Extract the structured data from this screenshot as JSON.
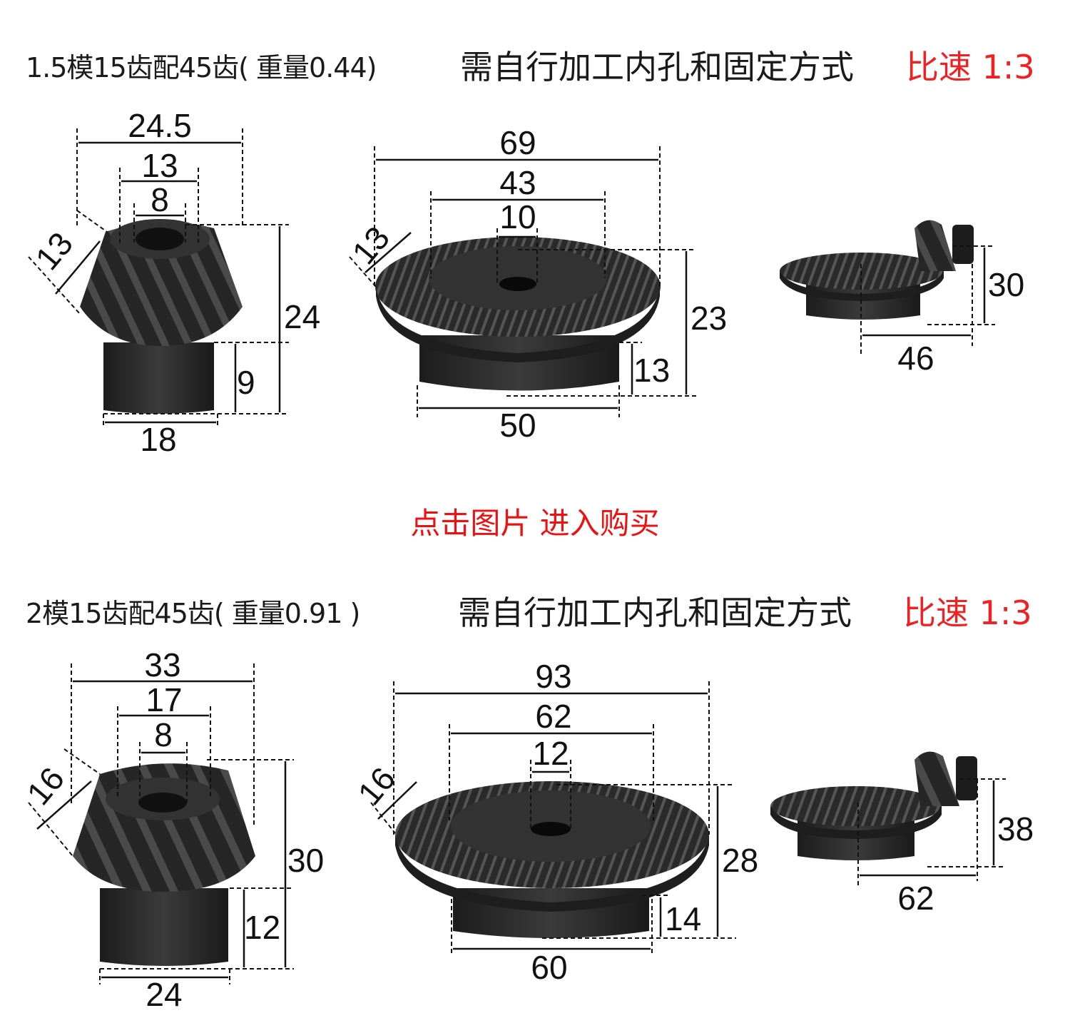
{
  "sections": [
    {
      "spec": "1.5模15齿配45齿( 重量0.44)",
      "note": "需自行加工内孔和固定方式",
      "ratio": "比速  1:3",
      "pinion": {
        "outer": "24.5",
        "mid": "13",
        "bore": "8",
        "face": "13",
        "height": "24",
        "hub_height": "9",
        "hub_dia": "18"
      },
      "gear": {
        "outer": "69",
        "mid": "43",
        "bore": "10",
        "face": "13",
        "height": "23",
        "hub_height": "13",
        "hub_dia": "50"
      },
      "assembly": {
        "height": "30",
        "width": "46"
      }
    },
    {
      "spec": "2模15齿配45齿( 重量0.91 )",
      "note": "需自行加工内孔和固定方式",
      "ratio": "比速  1:3",
      "pinion": {
        "outer": "33",
        "mid": "17",
        "bore": "8",
        "face": "16",
        "height": "30",
        "hub_height": "12",
        "hub_dia": "24"
      },
      "gear": {
        "outer": "93",
        "mid": "62",
        "bore": "12",
        "face": "16",
        "height": "28",
        "hub_height": "14",
        "hub_dia": "60"
      },
      "assembly": {
        "height": "38",
        "width": "62"
      }
    }
  ],
  "cta": "点击图片 进入购买",
  "colors": {
    "accent": "#ee2222",
    "metal": "#2b2b2b"
  }
}
